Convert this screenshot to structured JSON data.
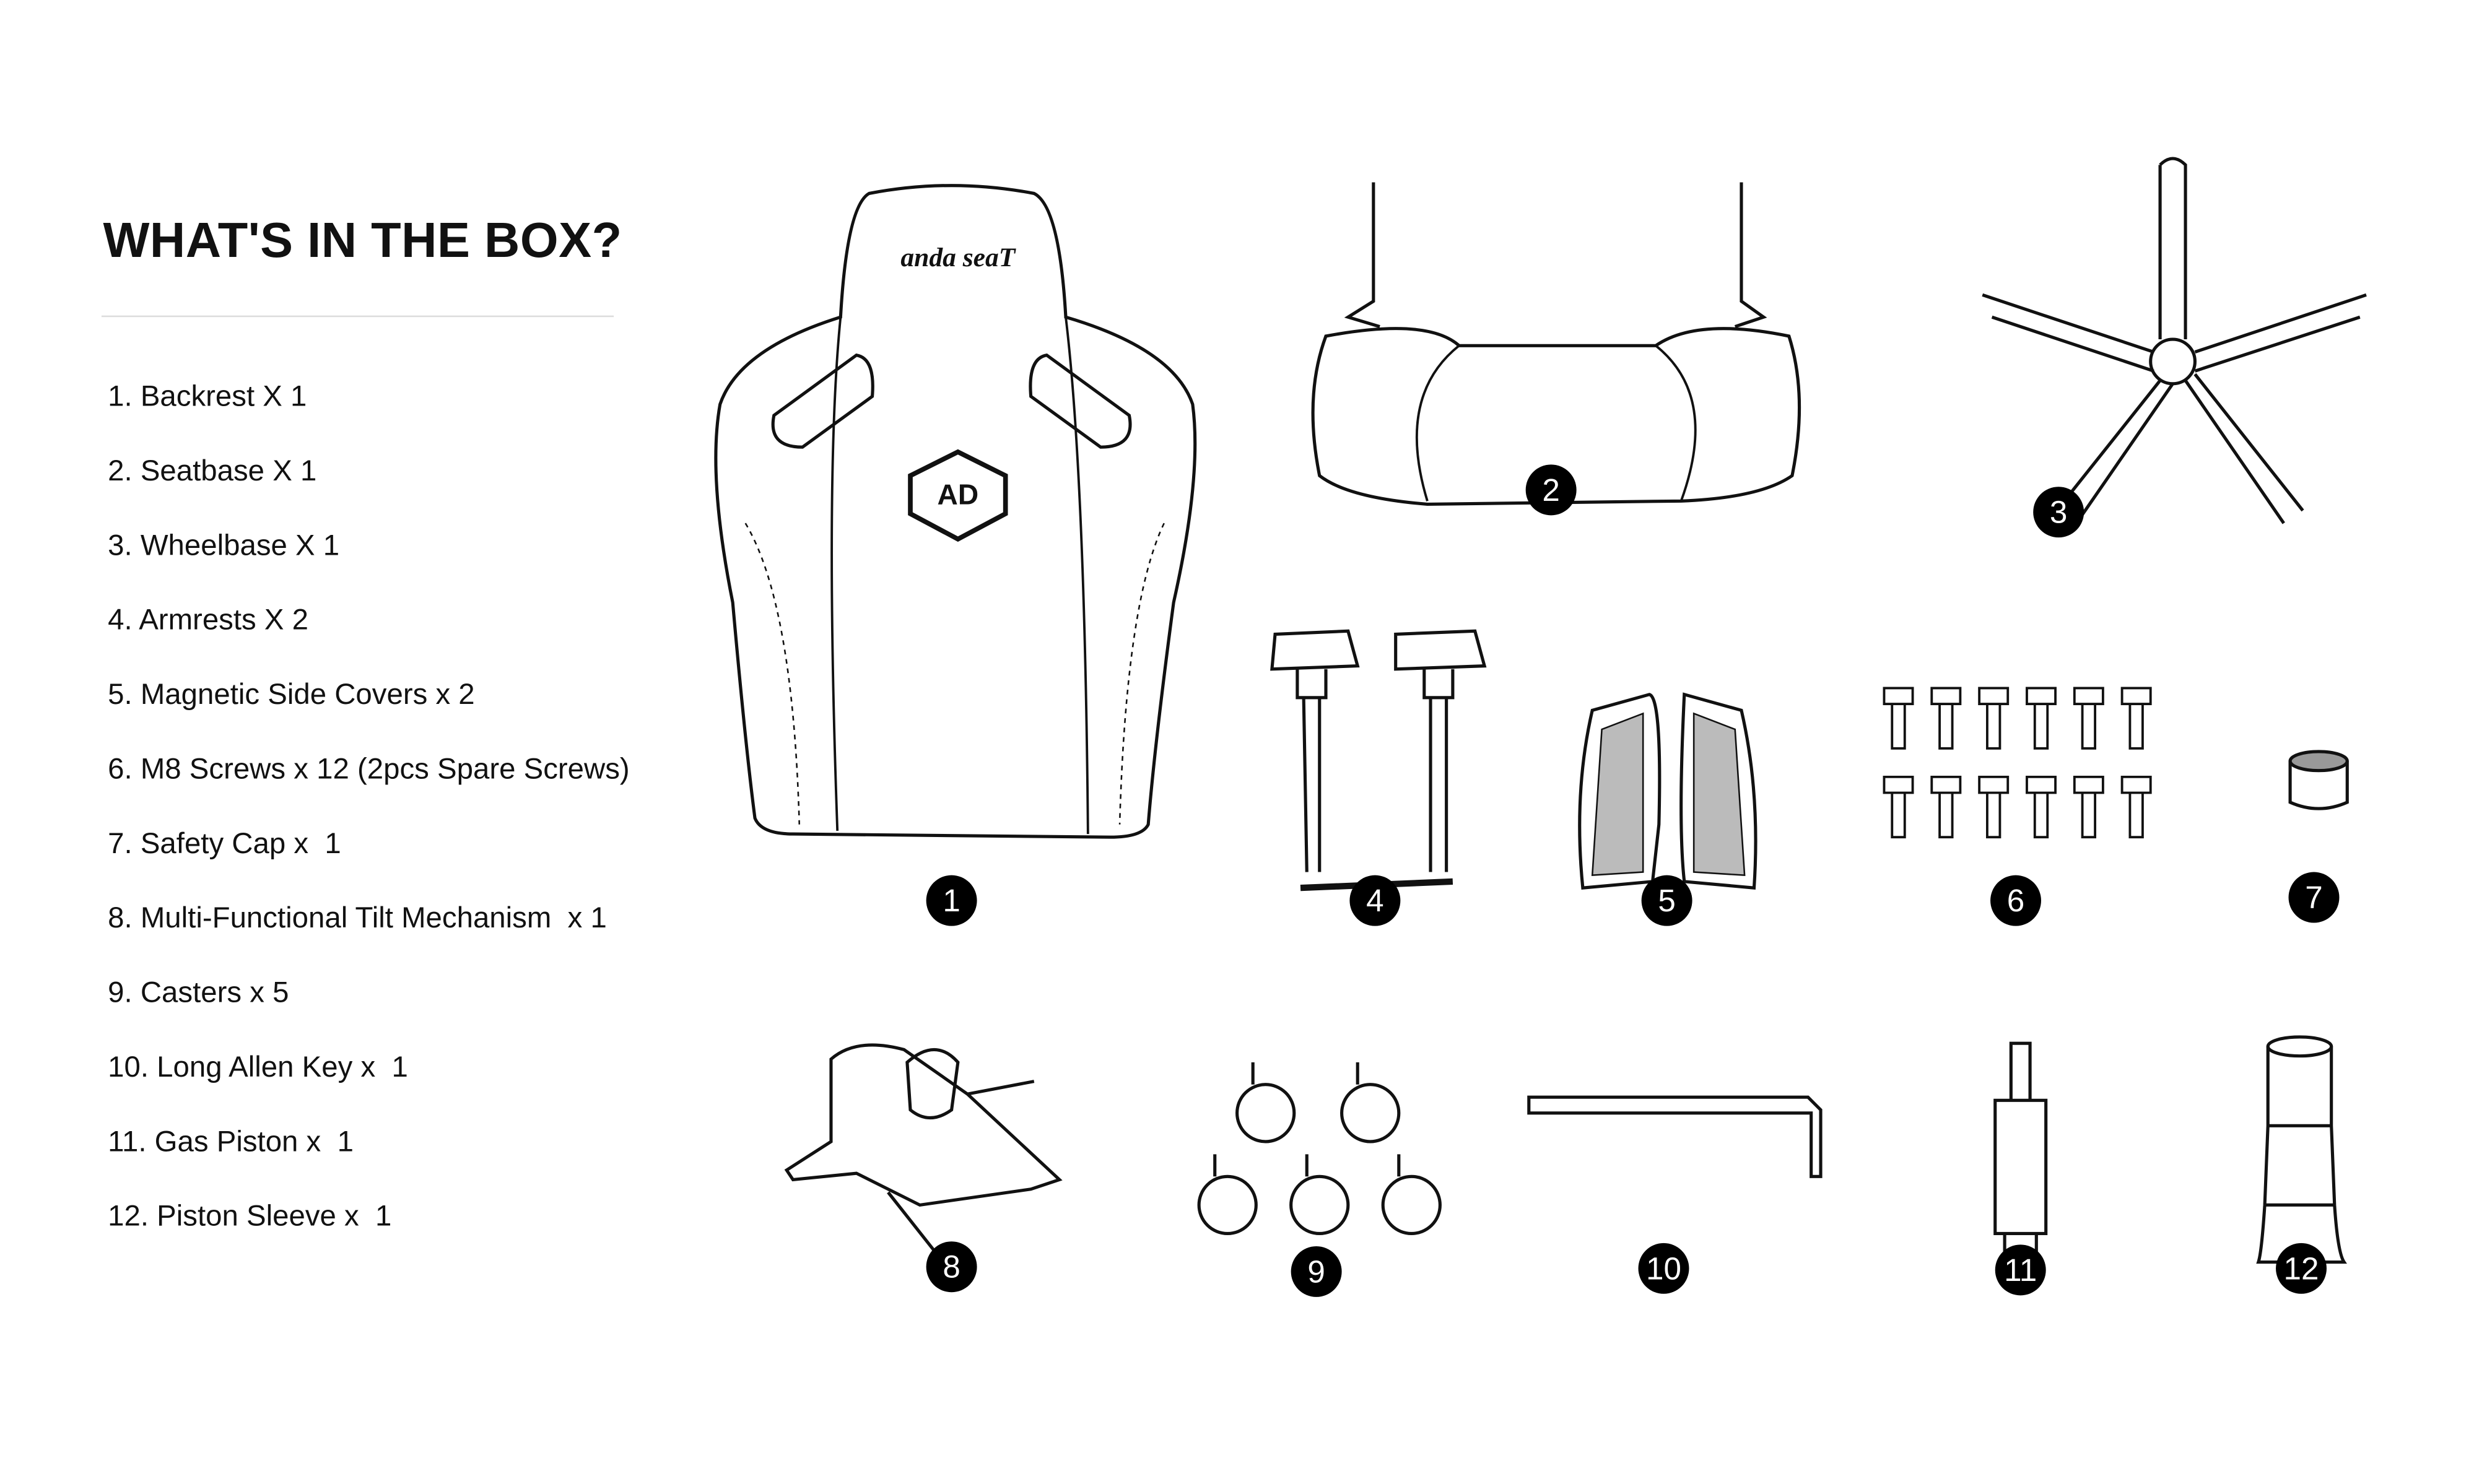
{
  "title": "WHAT'S IN THE BOX?",
  "items": [
    "1. Backrest X 1",
    "2. Seatbase X 1",
    "3. Wheelbase X 1",
    "4. Armrests X 2",
    "5. Magnetic Side Covers x 2",
    "6. M8 Screws x 12 (2pcs Spare Screws)",
    "7. Safety Cap x  1",
    "8. Multi-Functional Tilt Mechanism  x 1",
    "9. Casters x 5",
    "10. Long Allen Key x  1",
    "11. Gas Piston x  1",
    "12. Piston Sleeve x  1"
  ],
  "badges": [
    "1",
    "2",
    "3",
    "4",
    "5",
    "6",
    "7",
    "8",
    "9",
    "10",
    "11",
    "12"
  ],
  "logo_text": "anda seaT"
}
